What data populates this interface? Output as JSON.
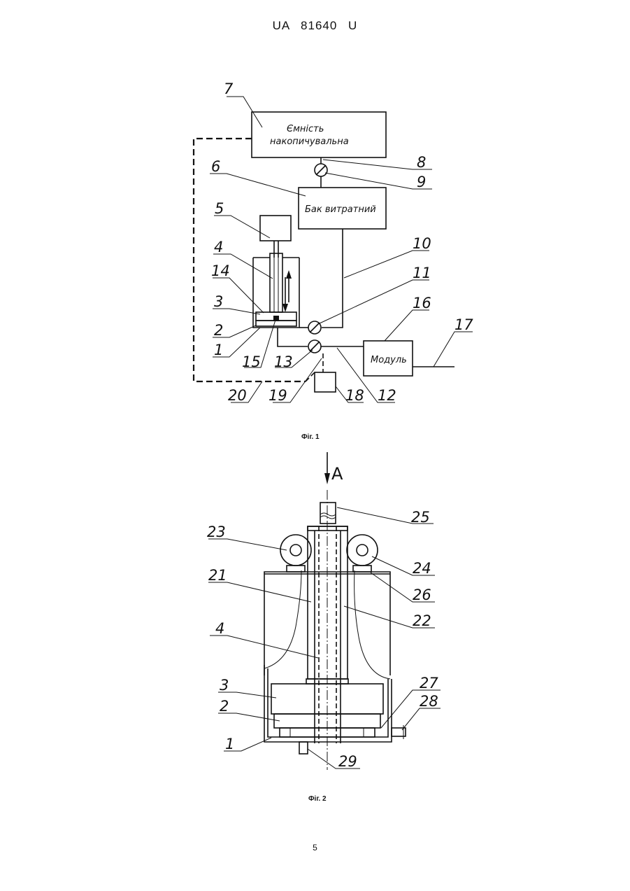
{
  "header": {
    "title": "UA 81640 U"
  },
  "figure1": {
    "caption": "Фіг. 1",
    "box_storage_line1": "Ємність",
    "box_storage_line2": "накопичувальна",
    "box_tank": "Бак витратний",
    "box_module": "Модуль",
    "labels": [
      "7",
      "8",
      "9",
      "6",
      "5",
      "4",
      "14",
      "3",
      "2",
      "1",
      "15",
      "13",
      "10",
      "11",
      "16",
      "17",
      "12",
      "18",
      "19",
      "20"
    ]
  },
  "figure2": {
    "caption": "Фіг. 2",
    "view_letter": "А",
    "labels": [
      "25",
      "23",
      "24",
      "26",
      "21",
      "22",
      "4",
      "27",
      "28",
      "3",
      "2",
      "1",
      "29"
    ]
  },
  "footer": {
    "page_number": "5"
  }
}
